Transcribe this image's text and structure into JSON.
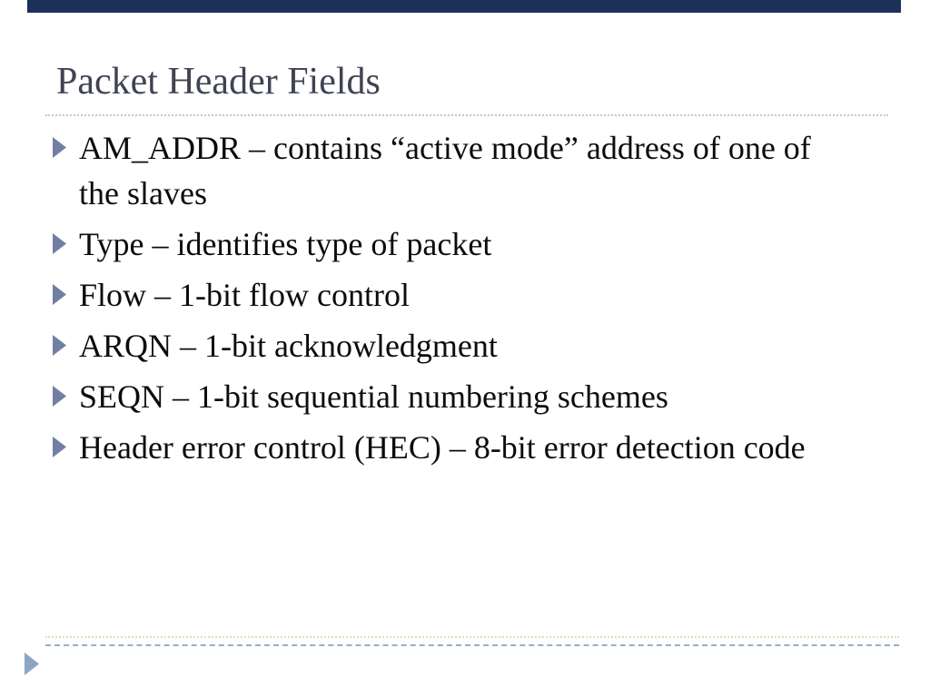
{
  "slide": {
    "title": "Packet Header Fields",
    "bullets": [
      "AM_ADDR – contains “active mode” address of one of the slaves",
      "Type – identifies type of packet",
      "Flow – 1-bit flow control",
      "ARQN – 1-bit acknowledgment",
      "SEQN – 1-bit sequential numbering schemes",
      "Header error control (HEC) – 8-bit error detection code"
    ],
    "icons": {
      "bullet": "right-triangle-icon",
      "footer": "next-slide-arrow-icon"
    },
    "colors": {
      "top_bar": "#1B3158",
      "title_text": "#3F4353",
      "body_text": "#0C0C0E",
      "bullet_glyph": "#717FA3",
      "title_rule": "#C6C6C6",
      "footer_rule": "#96AFC8",
      "footer_accent": "#E4DAC0",
      "footer_arrow": "#8CA5C1"
    }
  }
}
